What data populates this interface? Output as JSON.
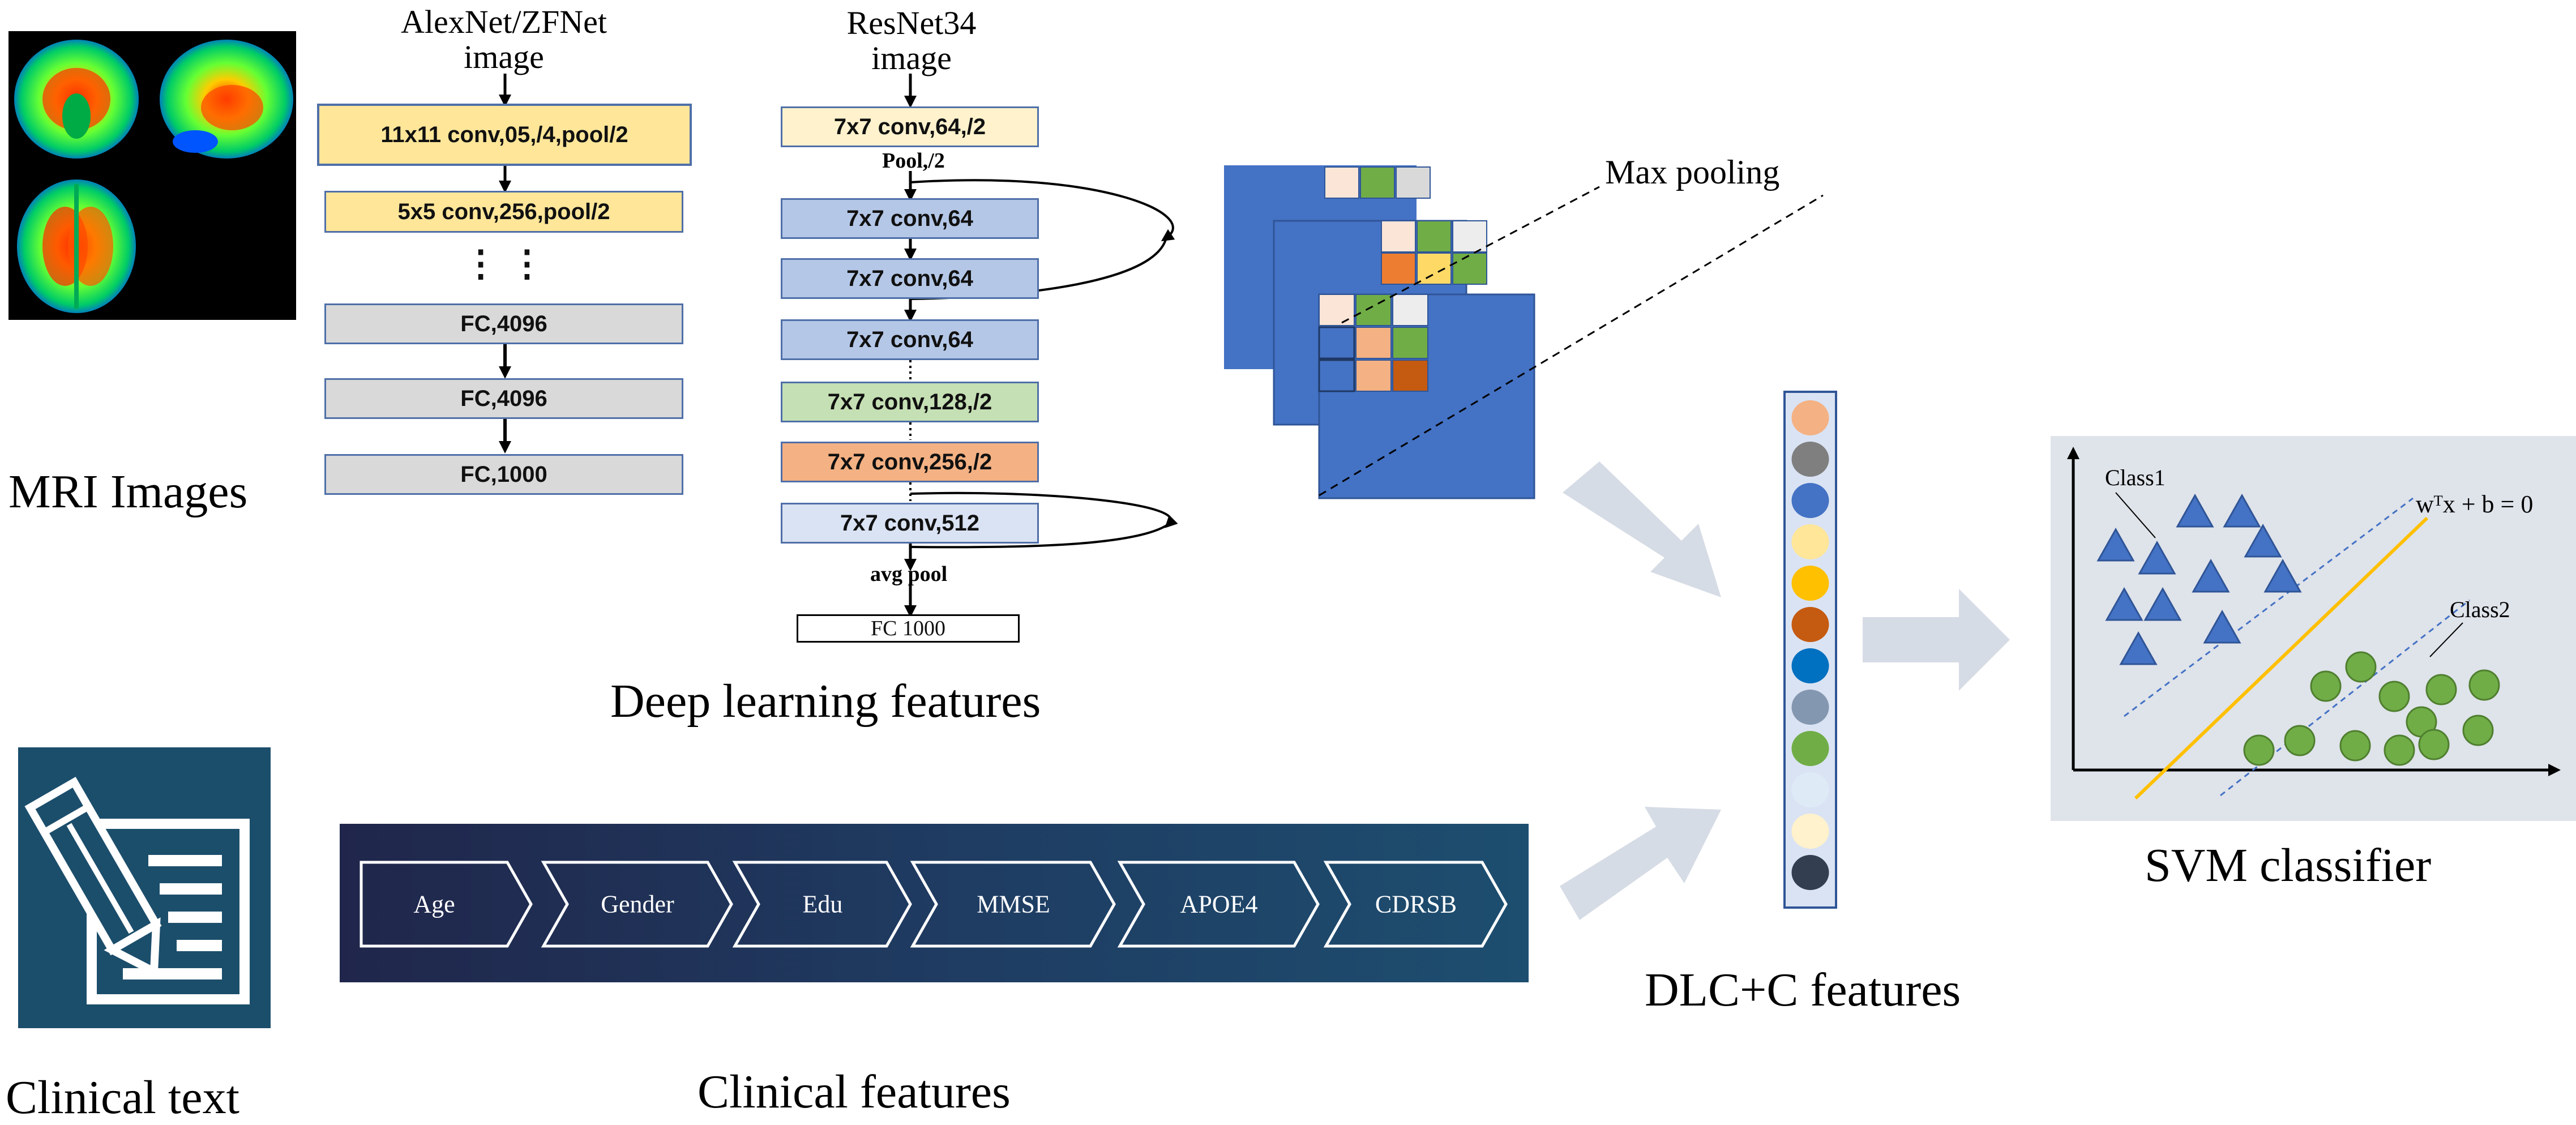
{
  "captions": {
    "mri": "MRI Images",
    "deep": "Deep learning features",
    "clinical_text": "Clinical text",
    "clinical_features": "Clinical features",
    "dlc": "DLC+C features",
    "svm": "SVM classifier"
  },
  "alexnet": {
    "title_line1": "AlexNet/ZFNet",
    "title_line2": "image",
    "layers": [
      "11x11 conv,05,/4,pool/2",
      "5x5 conv,256,pool/2",
      "FC,4096",
      "FC,4096",
      "FC,1000"
    ],
    "ellipsis": "⋮   ⋮"
  },
  "resnet": {
    "title_line1": "ResNet34",
    "title_line2": "image",
    "layers": [
      "7x7 conv,64,/2",
      "7x7 conv,64",
      "7x7 conv,64",
      "7x7 conv,64",
      "7x7 conv,128,/2",
      "7x7 conv,256,/2",
      "7x7 conv,512"
    ],
    "pool_label": "Pool,/2",
    "avg_pool": "avg pool",
    "fc": "FC 1000"
  },
  "maxpool": {
    "label": "Max pooling"
  },
  "clinical_chevrons": [
    "Age",
    "Gender",
    "Edu",
    "MMSE",
    "APOE4",
    "CDRSB"
  ],
  "feature_colors": [
    "#f4b183",
    "#7f7f7f",
    "#4472c4",
    "#ffe699",
    "#ffc000",
    "#c55a11",
    "#0070c0",
    "#8497b0",
    "#70ad47",
    "#deebf7",
    "#fff2cc",
    "#333f50"
  ],
  "svm": {
    "class1": "Class1",
    "class2": "Class2",
    "equation": "wᵀx + b = 0",
    "class1_color": "#4472c4",
    "class2_color": "#70ad47",
    "hyperplane_color": "#ffc000",
    "background": "#dfe3ea"
  }
}
